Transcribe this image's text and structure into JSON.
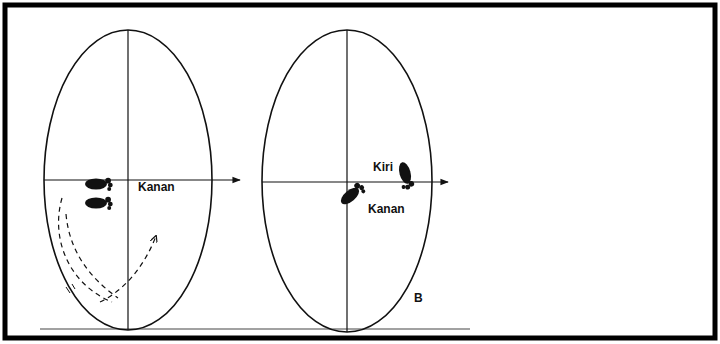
{
  "diagram": {
    "labels": [
      "Kanan",
      "Kiri",
      "Kanan",
      "B"
    ]
  }
}
